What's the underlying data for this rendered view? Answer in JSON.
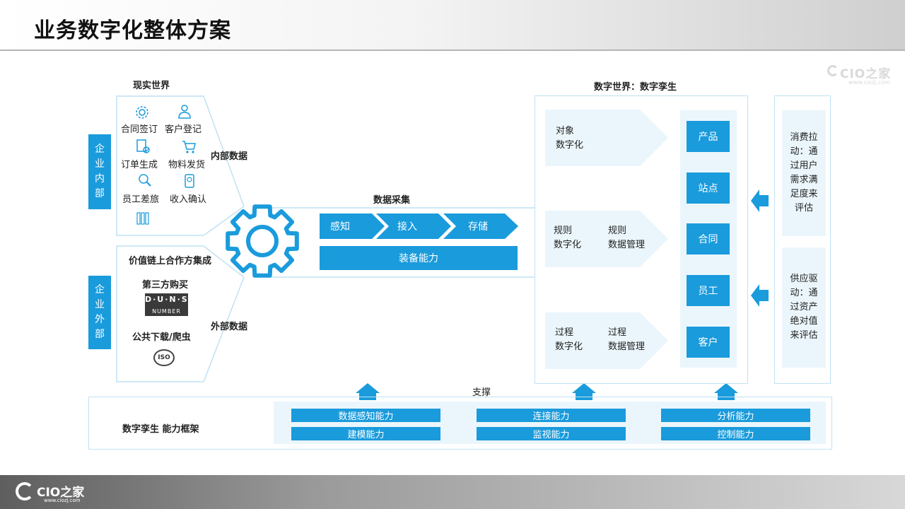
{
  "title": "业务数字化整体方案",
  "watermark": {
    "brand": "CIO之家",
    "url": "www.ciozj.com"
  },
  "colors": {
    "accent": "#1a9bdc",
    "panel": "#ebf6fc",
    "outline": "#bfe2f3"
  },
  "real_world": {
    "title": "现实世界",
    "internal_tab": "企业内部",
    "external_tab": "企业外部",
    "internal_items": [
      {
        "label": "合同签订",
        "icon": "gear-icon"
      },
      {
        "label": "客户登记",
        "icon": "people-icon"
      },
      {
        "label": "订单生成",
        "icon": "checklist-icon"
      },
      {
        "label": "物料发货",
        "icon": "cart-icon"
      },
      {
        "label": "员工差旅",
        "icon": "person-search-icon"
      },
      {
        "label": "收入确认",
        "icon": "phone-icon"
      }
    ],
    "extra_icon": "stack-icon",
    "internal_data_label": "内部数据",
    "external_data_label": "外部数据",
    "external": {
      "chain_label": "价值链上合作方集成",
      "third_party_label": "第三方购买",
      "duns_top": "D·U·N·S",
      "duns_bottom": "NUMBER",
      "public_label": "公共下载/爬虫",
      "iso_text": "ISO"
    }
  },
  "collection": {
    "title": "数据采集",
    "steps": [
      "感知",
      "接入",
      "存储"
    ],
    "equip": "装备能力"
  },
  "digital_world": {
    "title": "数字世界：数字孪生",
    "rows": [
      {
        "left": "对象\n数字化",
        "right": ""
      },
      {
        "left": "规则\n数字化",
        "right": "规则\n数据管理"
      },
      {
        "left": "过程\n数字化",
        "right": "过程\n数据管理"
      }
    ],
    "entities": [
      "产品",
      "站点",
      "合同",
      "员工",
      "客户"
    ]
  },
  "drivers": [
    "消费拉动：通过用户需求满足度来评估",
    "供应驱动：通过资产绝对值来评估"
  ],
  "support": {
    "label": "支撑",
    "framework_label": "数字孪生 能力框架",
    "capabilities": [
      [
        "数据感知能力",
        "建模能力"
      ],
      [
        "连接能力",
        "监视能力"
      ],
      [
        "分析能力",
        "控制能力"
      ]
    ]
  }
}
